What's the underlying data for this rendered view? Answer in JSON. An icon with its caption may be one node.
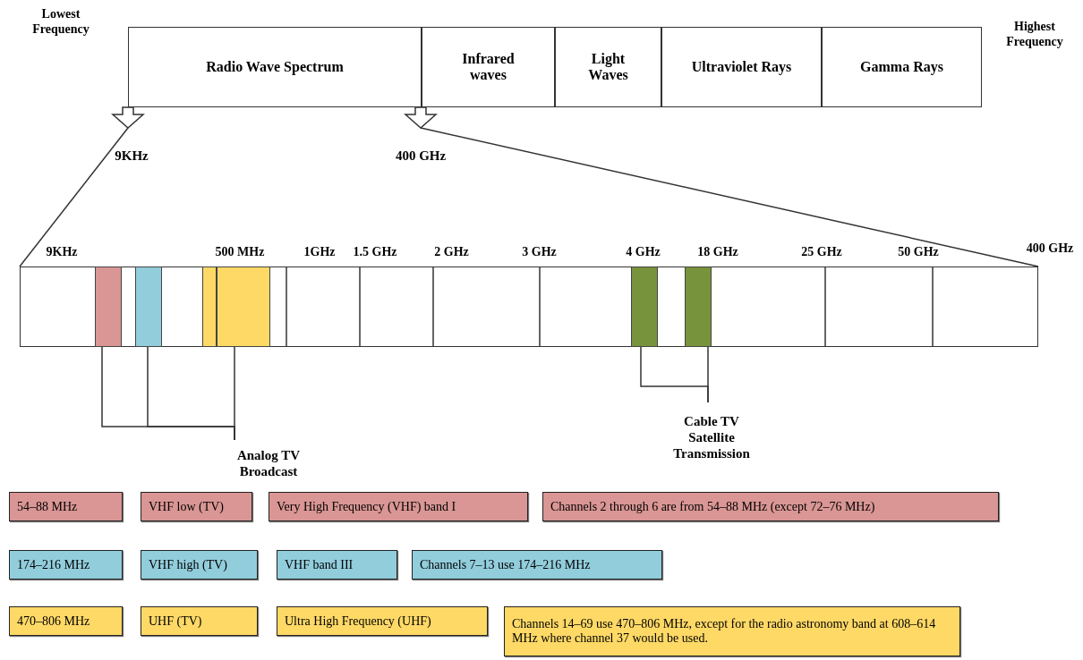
{
  "diagram": {
    "nodes": [
      {
        "text": [
          "Radio Wave Spectrum"
        ]
      },
      {
        "text": [
          "Infrared waves"
        ]
      },
      {
        "text": [
          "Light Waves"
        ]
      },
      {
        "text": [
          "Ultraviolet Rays"
        ]
      },
      {
        "text": [
          "Gamma Rays"
        ]
      },
      {
        "text": [
          "9KHz"
        ]
      },
      {
        "text": [
          "400 GHz"
        ]
      },
      {
        "text": [],
        "shape": "bar"
      },
      {
        "text": [],
        "shape": "bar",
        "in": 7
      },
      {
        "text": [],
        "shape": "bar",
        "in": 7
      },
      {
        "text": [],
        "shape": "bar",
        "in": 7
      },
      {
        "text": [],
        "shape": "bar",
        "in": 7
      },
      {
        "text": [],
        "shape": "bar",
        "in": 7
      },
      {
        "text": [],
        "shape": "bar",
        "in": 7
      },
      {
        "text": [
          "Analog TV Broadcast"
        ]
      },
      {
        "text": [
          "Cable TV Satellite Transmission"
        ]
      },
      {
        "text": [
          "54–88 MHz"
        ]
      },
      {
        "text": [
          "VHF low (TV)"
        ]
      },
      {
        "text": [
          "Very High Frequency (VHF) band I"
        ]
      },
      {
        "text": [
          "Channels 2 through 6 are from 54–88 MHz (except 72–76 MHz)"
        ]
      },
      {
        "text": [
          "174–216 MHz"
        ]
      },
      {
        "text": [
          "VHF high (TV)"
        ]
      },
      {
        "text": [
          "VHF band III"
        ]
      },
      {
        "text": [
          "Channels 7–13 use 174–216 MHz"
        ]
      },
      {
        "text": [
          "470–806 MHz"
        ]
      },
      {
        "text": [
          "UHF (TV)"
        ]
      },
      {
        "text": [
          "Ultra High Frequency (UHF)"
        ]
      },
      {
        "text": [
          "Channels 14–69 use 470–806 MHz, except for the radio astronomy band at 608–614 MHz where channel 37 would be used."
        ]
      }
    ],
    "edges": [
      {
        "from": 0,
        "to": 5,
        "arrow": "to"
      },
      {
        "from": 0,
        "to": 6,
        "arrow": "to"
      },
      {
        "from": 5,
        "to": 7,
        "arrow": "none"
      },
      {
        "from": 6,
        "to": 7,
        "arrow": "none"
      },
      {
        "from": 8,
        "to": 14,
        "arrow": "none"
      },
      {
        "from": 9,
        "to": 14,
        "arrow": "none"
      },
      {
        "from": 11,
        "to": 14,
        "arrow": "none"
      },
      {
        "from": 12,
        "to": 15,
        "arrow": "none"
      },
      {
        "from": 13,
        "to": 15,
        "arrow": "none"
      }
    ],
    "labels": [
      "Lowest Frequency",
      "Highest Frequency",
      "9KHz",
      "500 MHz",
      "1GHz",
      "1.5 GHz",
      "2 GHz",
      "3 GHz",
      "4 GHz",
      "18 GHz",
      "25 GHz",
      "50 GHz",
      "400 GHz"
    ]
  }
}
